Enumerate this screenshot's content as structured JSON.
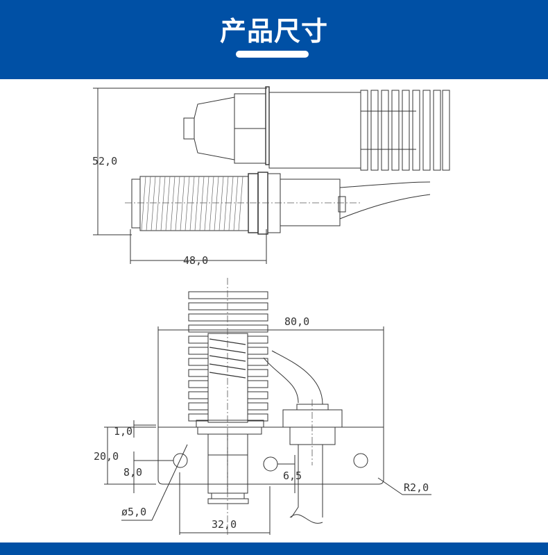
{
  "header": {
    "title": "产品尺寸"
  },
  "colors": {
    "brand": "#0050a5"
  },
  "drawing": {
    "side_view": {
      "height_dim": "52,0",
      "length_dim": "48,0"
    },
    "front_view": {
      "width_dim": "80,0",
      "thickness_dim": "1,0",
      "plate_height_dim": "20,0",
      "hole_center_dim": "8,0",
      "hole_diameter_dim": "ø5,0",
      "slot_dim": "6,5",
      "spacing_dim": "32,0",
      "radius_dim": "R2,0"
    }
  }
}
